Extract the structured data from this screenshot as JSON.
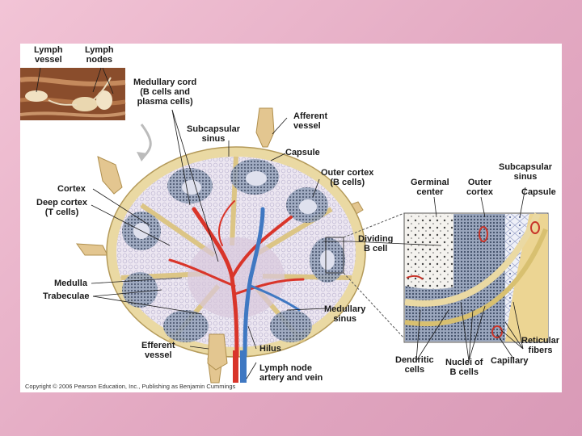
{
  "labels": {
    "lymph_vessel": "Lymph\nvessel",
    "lymph_nodes": "Lymph\nnodes",
    "medullary_cord": "Medullary cord\n(B cells and\nplasma cells)",
    "afferent_vessel": "Afferent\nvessel",
    "subcapsular_sinus": "Subcapsular\nsinus",
    "capsule": "Capsule",
    "outer_cortex": "Outer cortex\n(B cells)",
    "cortex": "Cortex",
    "deep_cortex": "Deep cortex\n(T cells)",
    "medulla": "Medulla",
    "trabeculae": "Trabeculae",
    "medullary_sinus": "Medullary\nsinus",
    "efferent_vessel": "Efferent\nvessel",
    "hilus": "Hilus",
    "lymph_node_artery_vein": "Lymph node\nartery and vein",
    "germinal_center": "Germinal\ncenter",
    "outer_cortex_inset": "Outer\ncortex",
    "subcapsular_sinus_inset": "Subcapsular\nsinus",
    "capsule_inset": "Capsule",
    "dividing_b_cell": "Dividing\nB cell",
    "reticular_fibers": "Reticular\nfibers",
    "dendritic_cells": "Dendritic\ncells",
    "nuclei_of_b_cells": "Nuclei of\nB cells",
    "capillary": "Capillary"
  },
  "copyright": "Copyright © 2006 Pearson Education, Inc., Publishing as Benjamin Cummings",
  "colors": {
    "background": "#e8b2c8",
    "capsule": "#e6cf8c",
    "cortex_tissue": "#e9e2ee",
    "nodule": "#8f9fb5",
    "artery": "#d9352a",
    "vein": "#3f78c2"
  }
}
